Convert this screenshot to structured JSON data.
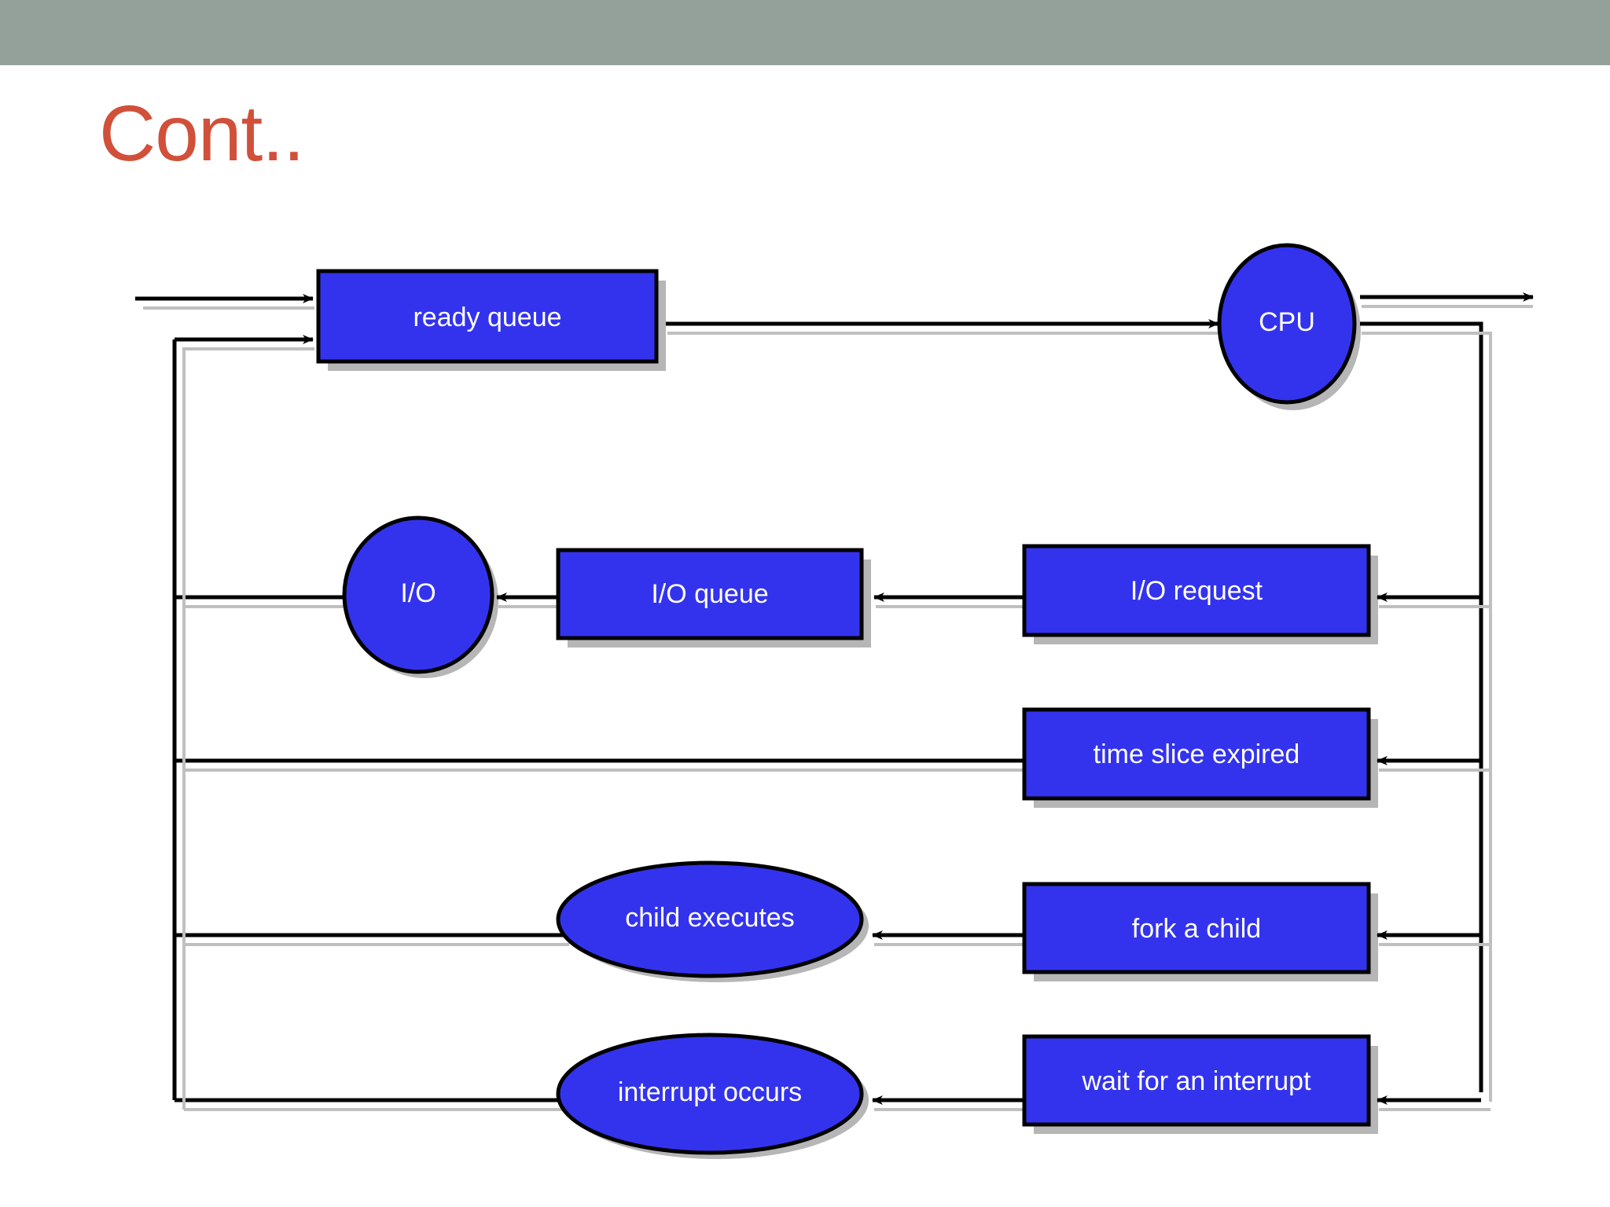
{
  "slide": {
    "title": "Cont..",
    "title_color": "#d1503a",
    "header_band_color": "#94a09a",
    "background_color": "#ffffff"
  },
  "diagram": {
    "type": "process-state-queueing-diagram",
    "node_fill": "#3333ee",
    "node_stroke": "#000000",
    "node_text_color": "#ffffff",
    "shadow_color": "#b5b5b5",
    "connector_color": "#000000",
    "nodes": [
      {
        "id": "ready-queue",
        "label": "ready queue",
        "shape": "rect"
      },
      {
        "id": "cpu",
        "label": "CPU",
        "shape": "ellipse"
      },
      {
        "id": "io",
        "label": "I/O",
        "shape": "ellipse"
      },
      {
        "id": "io-queue",
        "label": "I/O queue",
        "shape": "rect"
      },
      {
        "id": "io-request",
        "label": "I/O request",
        "shape": "rect"
      },
      {
        "id": "time-slice-expired",
        "label": "time slice expired",
        "shape": "rect"
      },
      {
        "id": "child-executes",
        "label": "child executes",
        "shape": "ellipse"
      },
      {
        "id": "fork-a-child",
        "label": "fork a child",
        "shape": "rect"
      },
      {
        "id": "interrupt-occurs",
        "label": "interrupt occurs",
        "shape": "ellipse"
      },
      {
        "id": "wait-for-interrupt",
        "label": "wait for an interrupt",
        "shape": "rect"
      }
    ],
    "edges": [
      {
        "from": "entry",
        "to": "ready-queue",
        "arrow": "right"
      },
      {
        "from": "feedback-bus",
        "to": "ready-queue",
        "arrow": "right"
      },
      {
        "from": "ready-queue",
        "to": "cpu",
        "arrow": "right"
      },
      {
        "from": "cpu",
        "to": "exit",
        "arrow": "right"
      },
      {
        "from": "cpu",
        "to": "right-bus",
        "arrow": "none"
      },
      {
        "from": "right-bus",
        "to": "io-request",
        "arrow": "left"
      },
      {
        "from": "io-request",
        "to": "io-queue",
        "arrow": "left"
      },
      {
        "from": "io-queue",
        "to": "io",
        "arrow": "left"
      },
      {
        "from": "io",
        "to": "left-bus",
        "arrow": "none"
      },
      {
        "from": "right-bus",
        "to": "time-slice-expired",
        "arrow": "left"
      },
      {
        "from": "time-slice-expired",
        "to": "left-bus",
        "arrow": "none"
      },
      {
        "from": "right-bus",
        "to": "fork-a-child",
        "arrow": "left"
      },
      {
        "from": "fork-a-child",
        "to": "child-executes",
        "arrow": "left"
      },
      {
        "from": "child-executes",
        "to": "left-bus",
        "arrow": "none"
      },
      {
        "from": "right-bus",
        "to": "wait-for-interrupt",
        "arrow": "left"
      },
      {
        "from": "wait-for-interrupt",
        "to": "interrupt-occurs",
        "arrow": "left"
      },
      {
        "from": "interrupt-occurs",
        "to": "left-bus",
        "arrow": "none"
      }
    ]
  }
}
